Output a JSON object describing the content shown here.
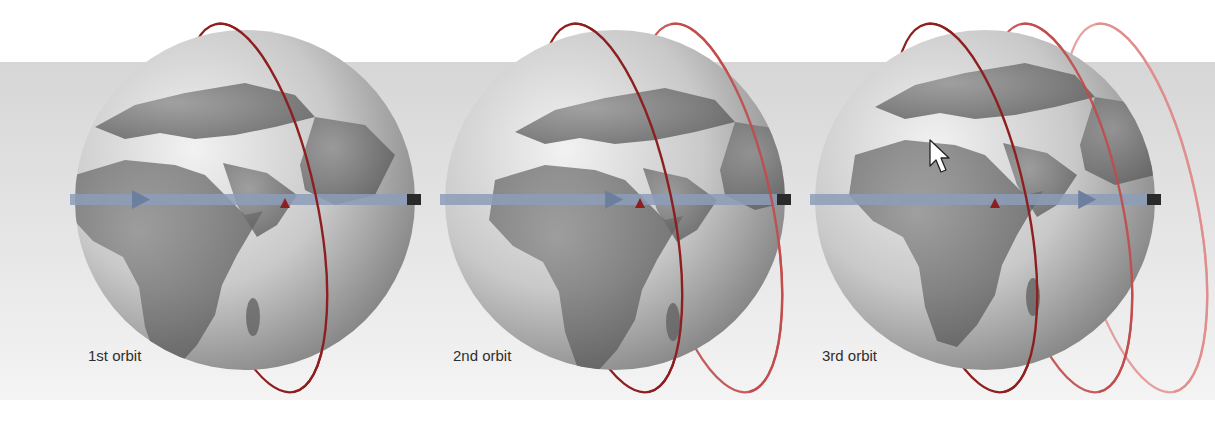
{
  "diagram": {
    "labels": [
      "1st orbit",
      "2nd orbit",
      "3rd orbit"
    ]
  }
}
